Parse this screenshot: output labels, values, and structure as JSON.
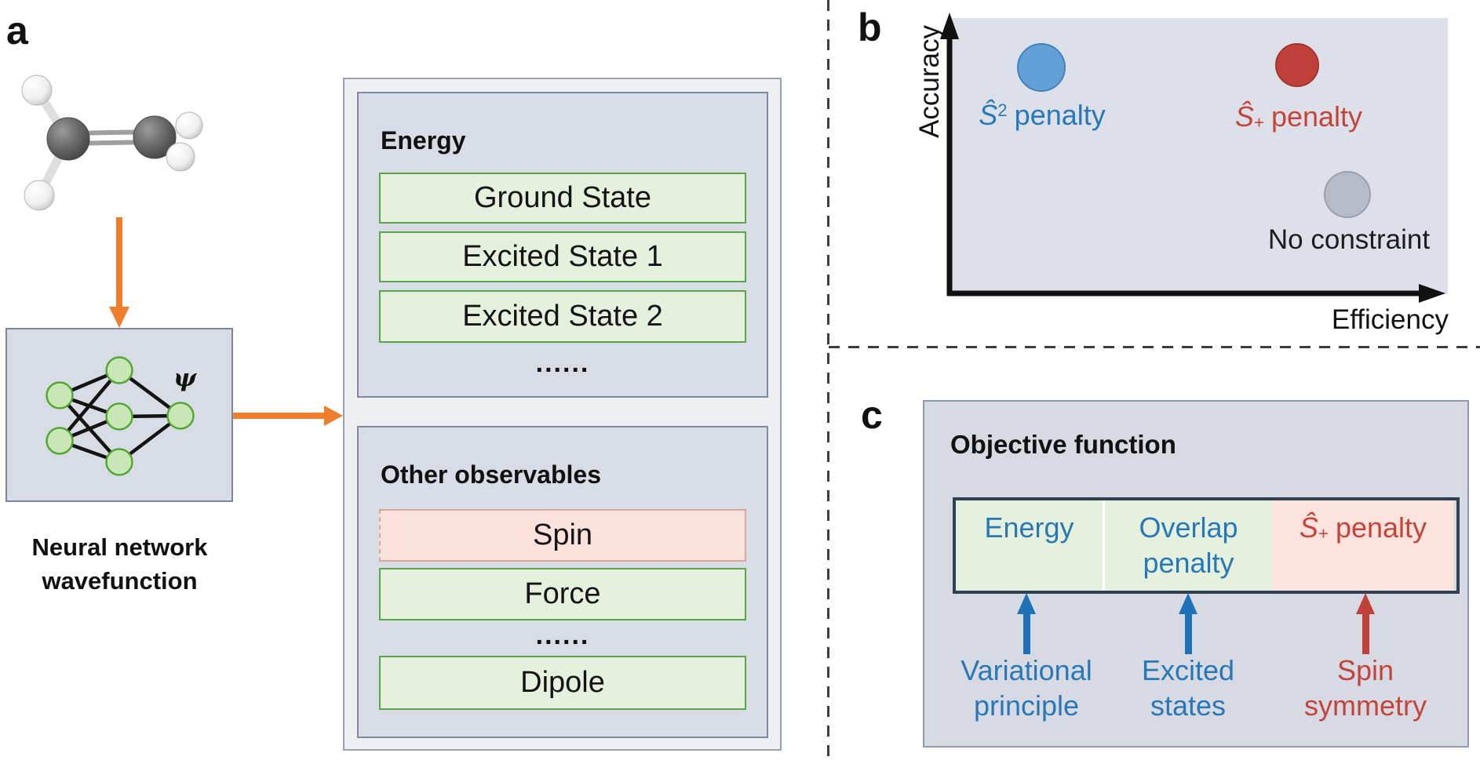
{
  "colors": {
    "orange_arrow": "#ef7d2c",
    "panel_fill": "#d8dce5",
    "outer_container_fill": "#edeff3",
    "green_row_fill": "#e5f1dd",
    "green_row_border": "#5aa749",
    "pink_row_fill": "#fde2dc",
    "pink_row_border": "#dfa49c",
    "blue_text": "#2878b8",
    "red_text": "#c4443c",
    "navy_bar_border": "#2f4255",
    "node_green_fill": "#c8e6b6",
    "node_green_border": "#53a733",
    "dot_blue": "#64a0d8",
    "dot_red": "#bf4038",
    "dot_gray": "#b6bbc7"
  },
  "panel_a": {
    "label": "a",
    "molecule": "ethylene-ball-and-stick-model",
    "psi": "ψ",
    "caption_line1": "Neural network",
    "caption_line2": "wavefunction",
    "energy": {
      "title": "Energy",
      "row1": "Ground State",
      "row2": "Excited State 1",
      "row3": "Excited State 2",
      "ellipsis": "......"
    },
    "observables": {
      "title": "Other observables",
      "row1": "Spin",
      "row2": "Force",
      "ellipsis": "......",
      "row3": "Dipole"
    }
  },
  "panel_b": {
    "label": "b",
    "y_axis": "Accuracy",
    "x_axis": "Efficiency",
    "point1": {
      "s": "Ŝ",
      "sup": "2",
      "text": "penalty",
      "position": "high accuracy, low efficiency"
    },
    "point2": {
      "s": "Ŝ",
      "sub": "+",
      "text": "penalty",
      "position": "high accuracy, high efficiency"
    },
    "point3": {
      "text": "No constraint",
      "position": "low accuracy, high efficiency"
    }
  },
  "panel_c": {
    "label": "c",
    "title": "Objective function",
    "seg1": "Energy",
    "seg2_line1": "Overlap",
    "seg2_line2": "penalty",
    "seg3": {
      "s": "Ŝ",
      "sub": "+",
      "text": "penalty"
    },
    "ann1_line1": "Variational",
    "ann1_line2": "principle",
    "ann2_line1": "Excited",
    "ann2_line2": "states",
    "ann3_line1": "Spin",
    "ann3_line2": "symmetry"
  }
}
